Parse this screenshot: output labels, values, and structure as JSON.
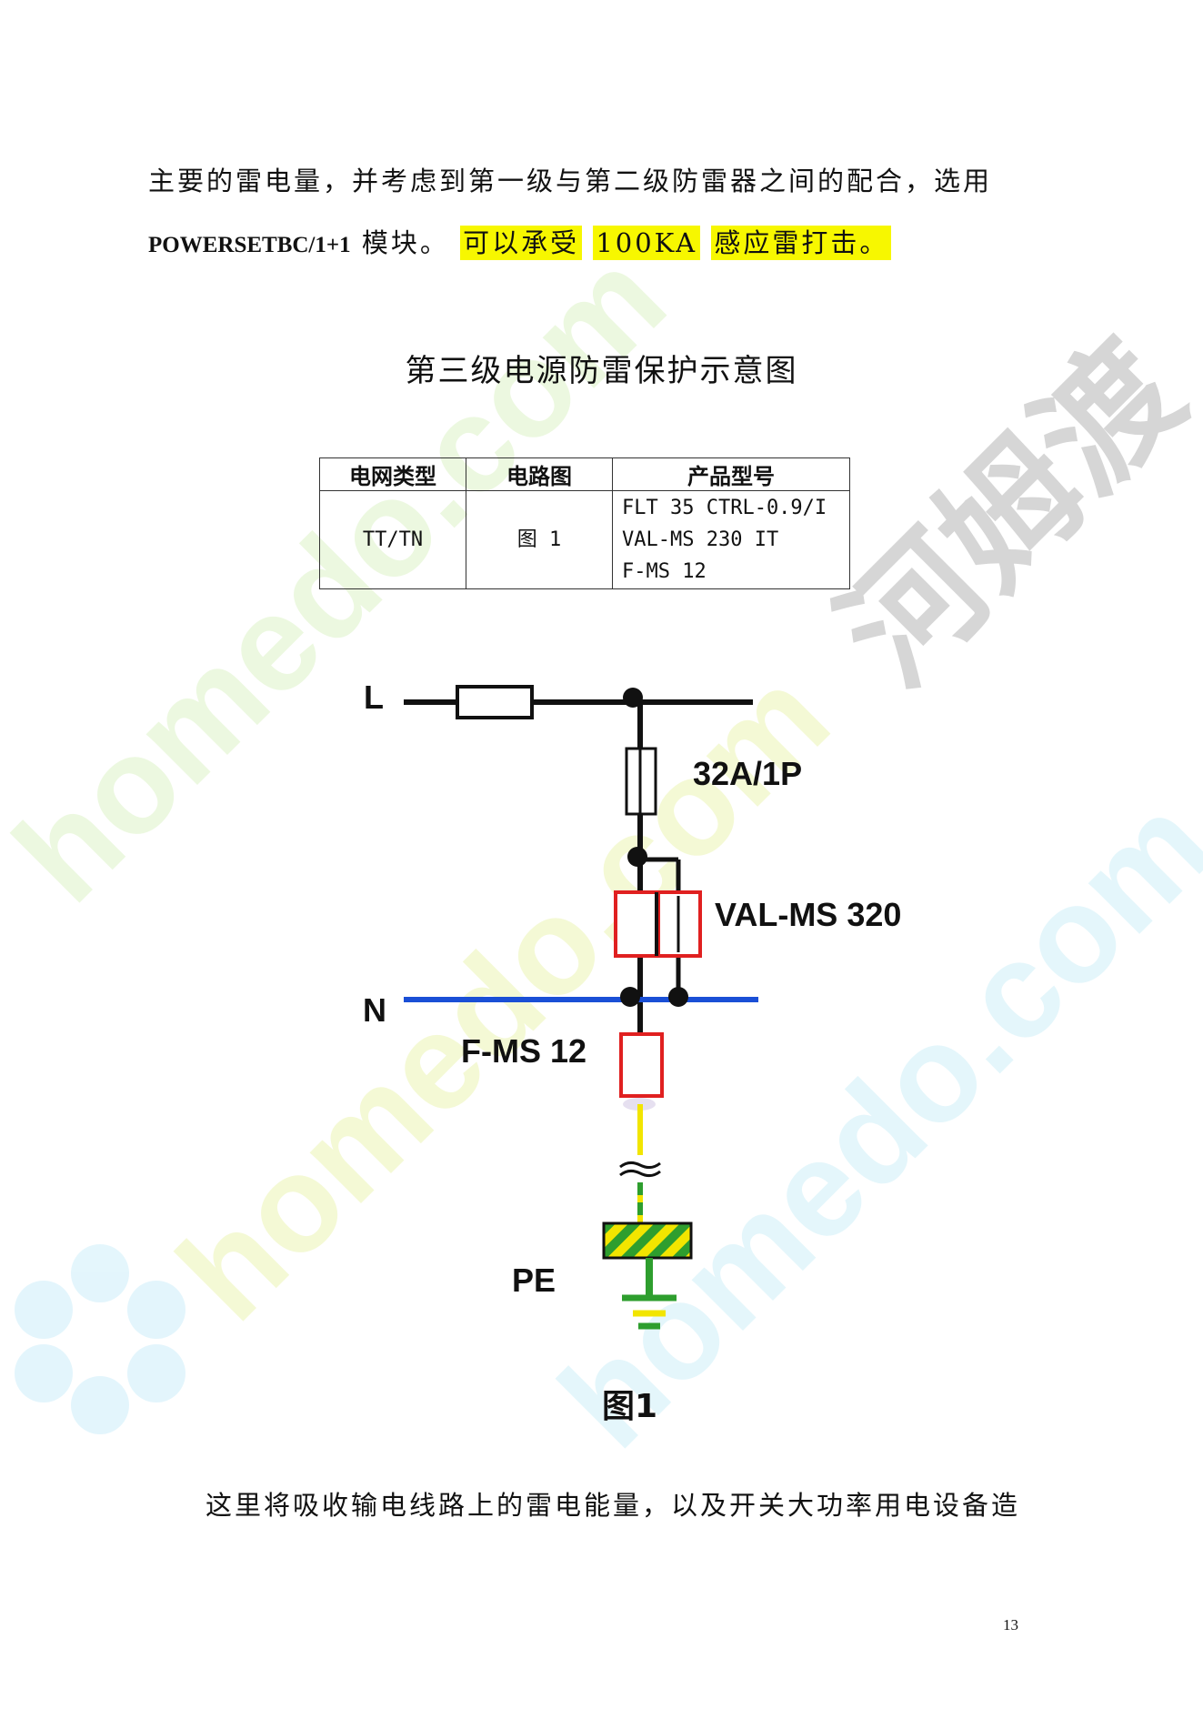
{
  "paragraph1": {
    "line1": "主要的雷电量，并考虑到第一级与第二级防雷器之间的配合，选用",
    "model": "POWERSETBC/1+1",
    "suffix": "模块。",
    "highlight1": "可以承受",
    "highlight2": "100KA",
    "highlight3": "感应雷打击。"
  },
  "section_title": "第三级电源防雷保护示意图",
  "table": {
    "headers": [
      "电网类型",
      "电路图",
      "产品型号"
    ],
    "row": {
      "grid_type": "TT/TN",
      "circuit": "图 1",
      "products": [
        "FLT  35  CTRL-0.9/I",
        "VAL-MS  230  IT",
        "F-MS  12"
      ]
    }
  },
  "diagram": {
    "label_L": "L",
    "label_N": "N",
    "label_PE": "PE",
    "label_fuse": "32A/1P",
    "label_val": "VAL-MS 320",
    "label_fms": "F-MS 12",
    "caption": "图1",
    "colors": {
      "line": "#111111",
      "neutral": "#1a4fd6",
      "device": "#e02020",
      "earth_green": "#2e9e2e",
      "earth_yellow": "#f2e500"
    }
  },
  "paragraph2": "这里将吸收输电线路上的雷电能量，以及开关大功率用电设备造",
  "page_number": "13",
  "watermark": {
    "text_latin": "homedo.com",
    "text_cn": "河姆渡"
  }
}
